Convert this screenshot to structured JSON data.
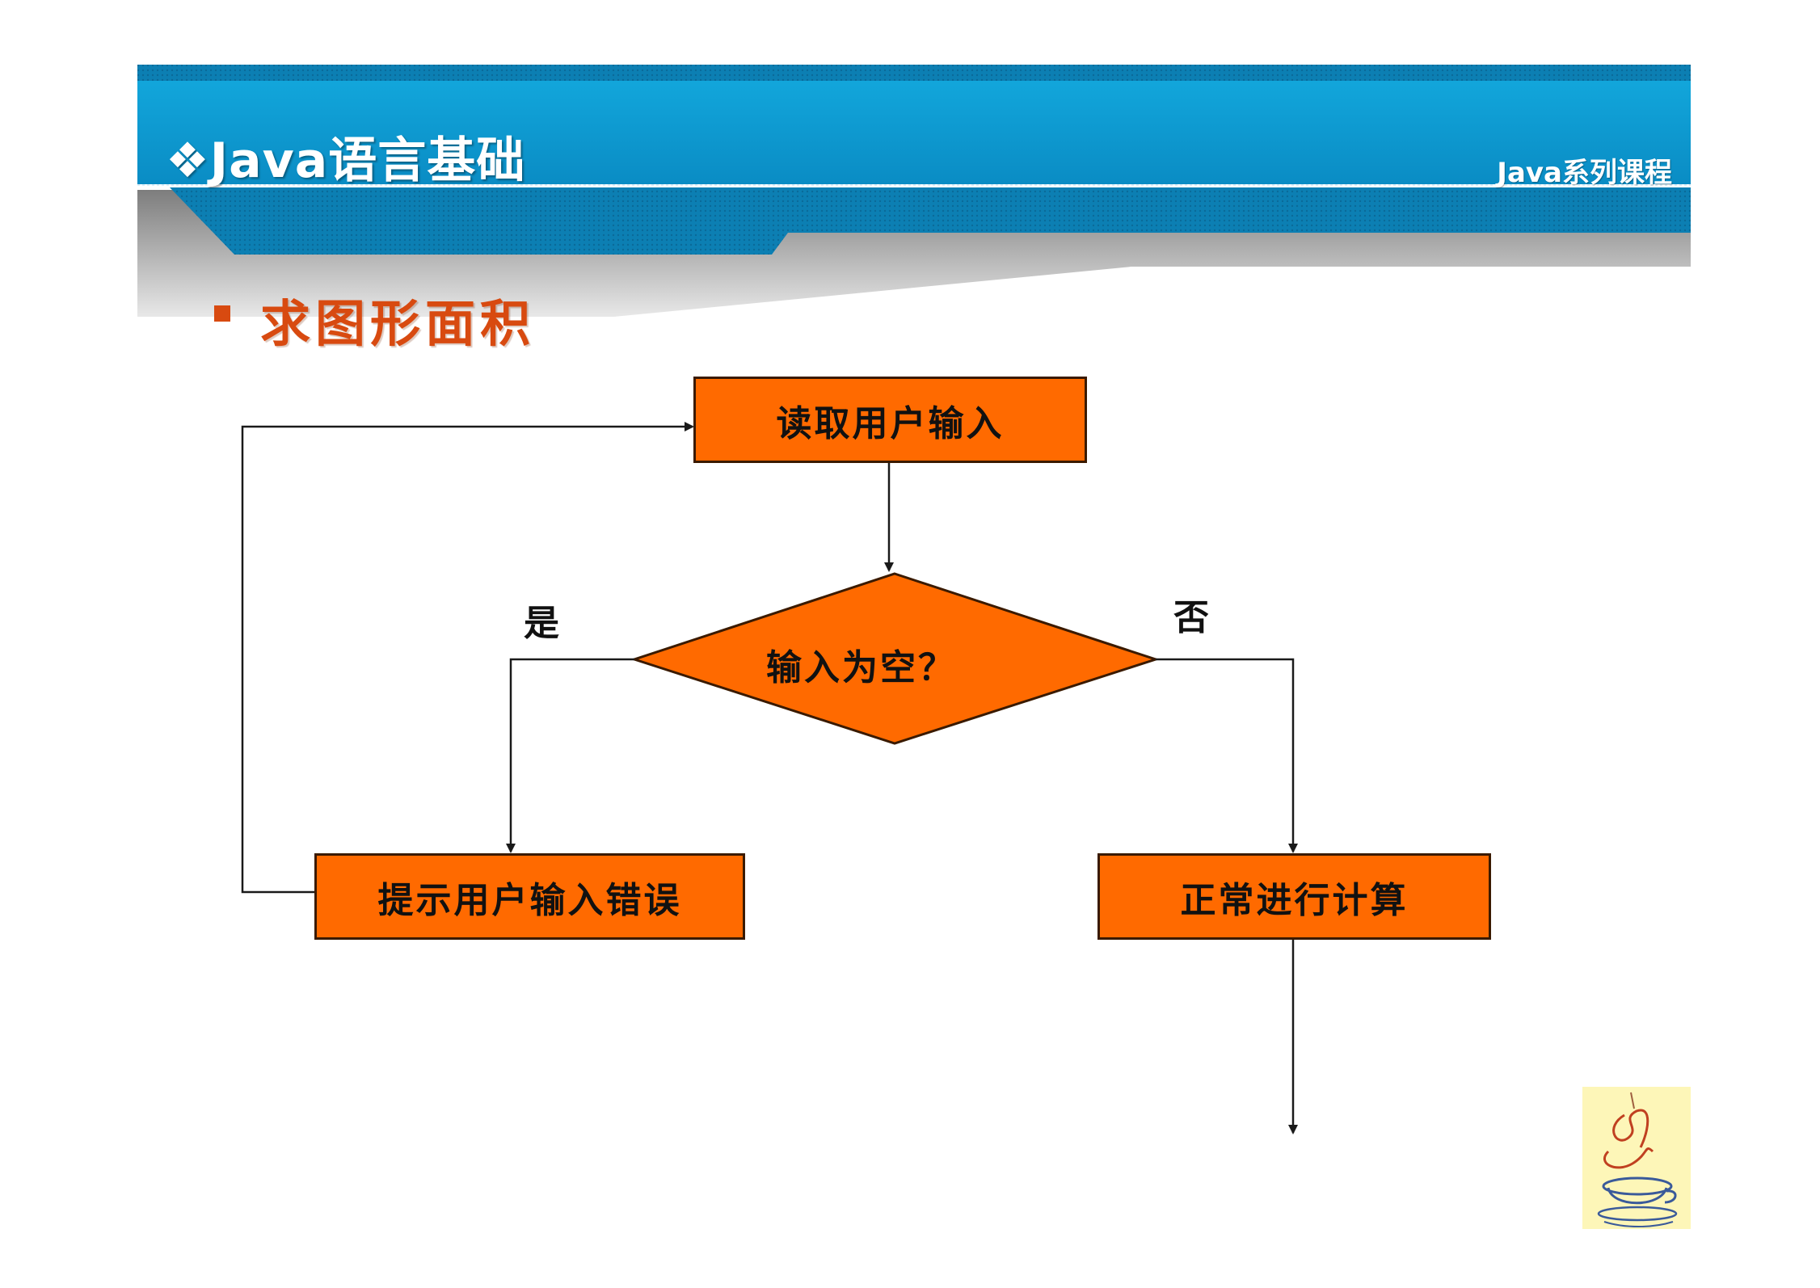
{
  "header": {
    "course_title": "❖Java语言基础",
    "series_label": "Java系列课程",
    "colors": {
      "band": "#0a96cc",
      "band_dark": "#0b6f9c",
      "gray": "#8f8f8f"
    }
  },
  "section": {
    "title": "求图形面积"
  },
  "flowchart": {
    "nodes": {
      "read_input": "读取用户输入",
      "decision": "输入为空？",
      "error_prompt": "提示用户输入错误",
      "compute": "正常进行计算"
    },
    "branches": {
      "yes": "是",
      "no": "否"
    },
    "colors": {
      "fill": "#ff6a00",
      "stroke": "#3a1a00",
      "line": "#1a1a1a"
    }
  },
  "logo": {
    "icon": "java-coffee-cup-icon"
  }
}
